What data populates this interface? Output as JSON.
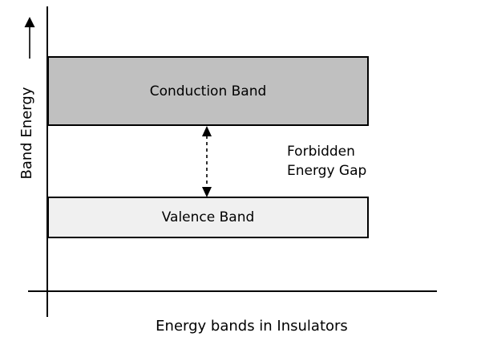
{
  "figure": {
    "background_color": "#ffffff",
    "axis_color": "#000000",
    "text_color": "#000000",
    "y_axis": {
      "label": "Band Energy",
      "arrow_icon": "up-arrow"
    },
    "bands": {
      "conduction": {
        "label": "Conduction Band",
        "fill_color": "#c0c0c0",
        "border_color": "#000000"
      },
      "valence": {
        "label": "Valence Band",
        "fill_color": "#f0f0f0",
        "border_color": "#000000"
      }
    },
    "energy_gap": {
      "line1": "Forbidden",
      "line2": "Energy Gap",
      "arrow_icon": "double-headed-dashed-arrow"
    },
    "caption": "Energy bands in Insulators"
  }
}
